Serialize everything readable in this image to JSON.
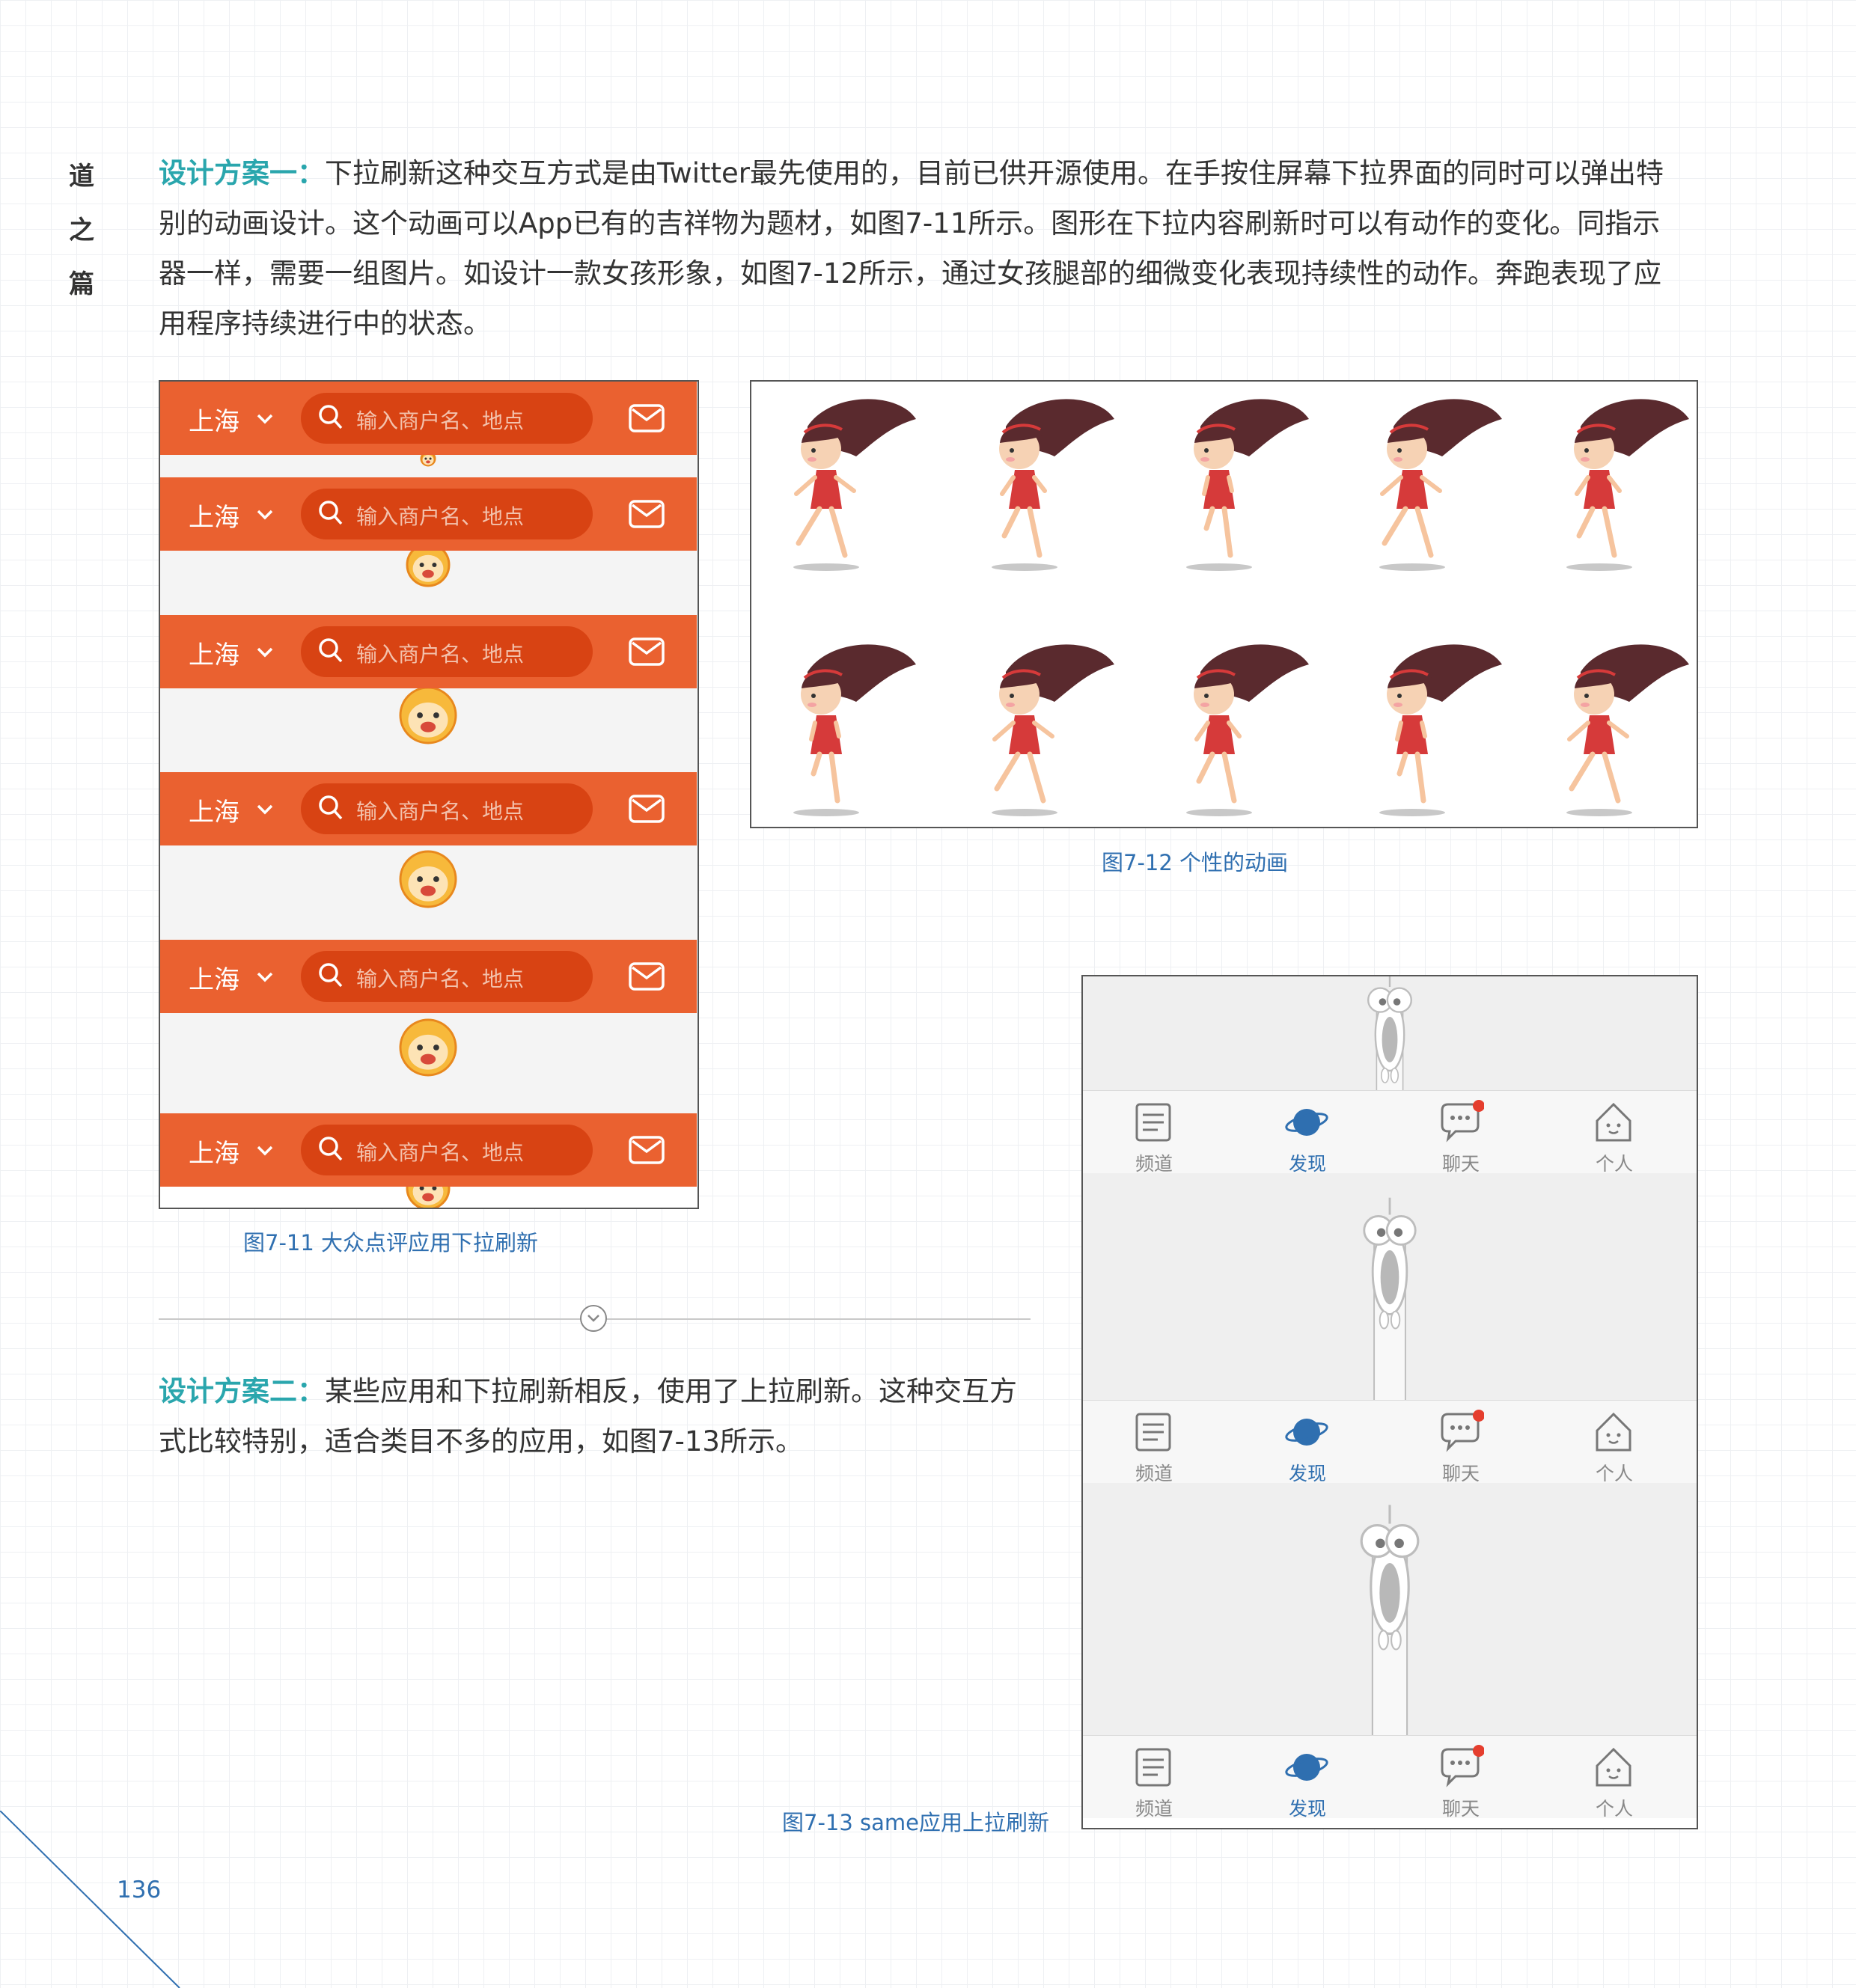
{
  "side_title": [
    "道",
    "之",
    "篇"
  ],
  "para1": {
    "highlight": "设计方案一：",
    "lines": [
      "下拉刷新这种交互方式是由Twitter最先使用的，目前已供开源使用。在手按住屏幕下拉界面的同时可以弹出特",
      "别的动画设计。这个动画可以App已有的吉祥物为题材，如图7-11所示。图形在下拉内容刷新时可以有动作的变化。同指示",
      "器一样，需要一组图片。如设计一款女孩形象，如图7-12所示，通过女孩腿部的细微变化表现持续性的动作。奔跑表现了应",
      "用程序持续进行中的状态。"
    ]
  },
  "fig711": {
    "city": "上海",
    "search_placeholder": "输入商户名、地点",
    "caption": "图7-11  大众点评应用下拉刷新",
    "brand_color": "#ea6130"
  },
  "fig712": {
    "caption": "图7-12  个性的动画",
    "hair_color": "#5a2a2e",
    "dress_color": "#d63a3a"
  },
  "fig713": {
    "tabs": [
      "频道",
      "发现",
      "聊天",
      "个人"
    ],
    "active_tab": "发现",
    "caption": "图7-13  same应用上拉刷新",
    "accent_color": "#2f6fb0",
    "badge_color": "#e53e2e"
  },
  "divider": {
    "icon": "chevron-down-circle-icon"
  },
  "para2": {
    "highlight": "设计方案二：",
    "lines": [
      "某些应用和下拉刷新相反，使用了上拉刷新。这种交互方",
      "式比较特别，适合类目不多的应用，如图7-13所示。"
    ]
  },
  "page_number": "136"
}
